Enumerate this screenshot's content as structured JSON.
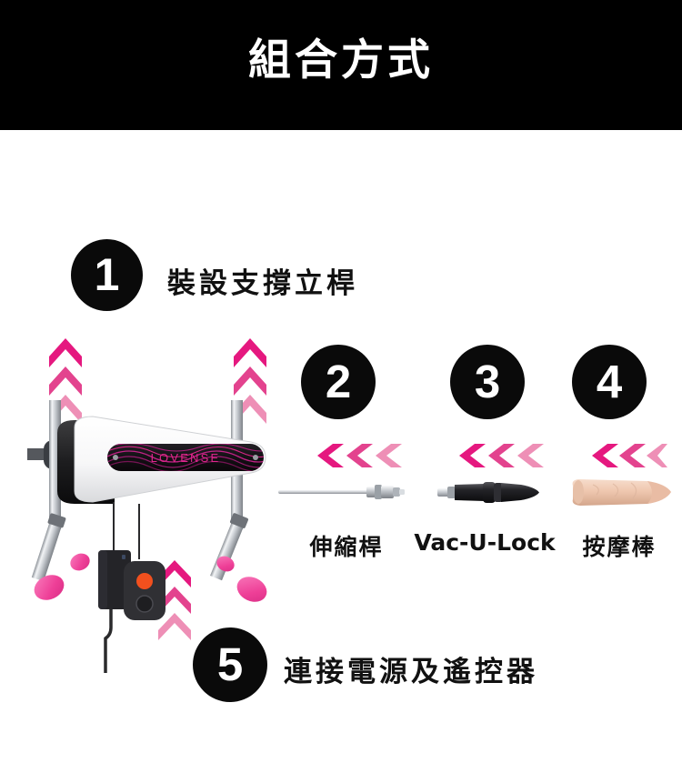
{
  "header": {
    "title": "組合方式",
    "background_color": "#000000",
    "text_color": "#ffffff"
  },
  "theme": {
    "pink_dark": "#E5187F",
    "pink_mid": "#E3438E",
    "pink_light": "#EE8FB6",
    "badge_bg": "#0a0a0a",
    "badge_text": "#ffffff",
    "body_text": "#111111",
    "page_bg": "#ffffff"
  },
  "steps": [
    {
      "number": "1",
      "label": "裝設支撐立桿"
    },
    {
      "number": "2",
      "label": "伸縮桿"
    },
    {
      "number": "3",
      "label": "Vac-U-Lock"
    },
    {
      "number": "4",
      "label": "按摩棒"
    },
    {
      "number": "5",
      "label": "連接電源及遙控器"
    }
  ],
  "product": {
    "brand": "LOVENSE",
    "brand_color": "#E0268C",
    "body_color": "#ffffff",
    "panel_color": "#151015",
    "pole_color": "#c9ccd1",
    "foot_color": "#F0559E",
    "accessories": {
      "power_adapter": "power-adapter",
      "remote": "remote-control",
      "remote_button_color": "#F2501E"
    }
  },
  "chevrons": {
    "direction_up": "up",
    "direction_left": "left",
    "count_per_group": 3
  }
}
